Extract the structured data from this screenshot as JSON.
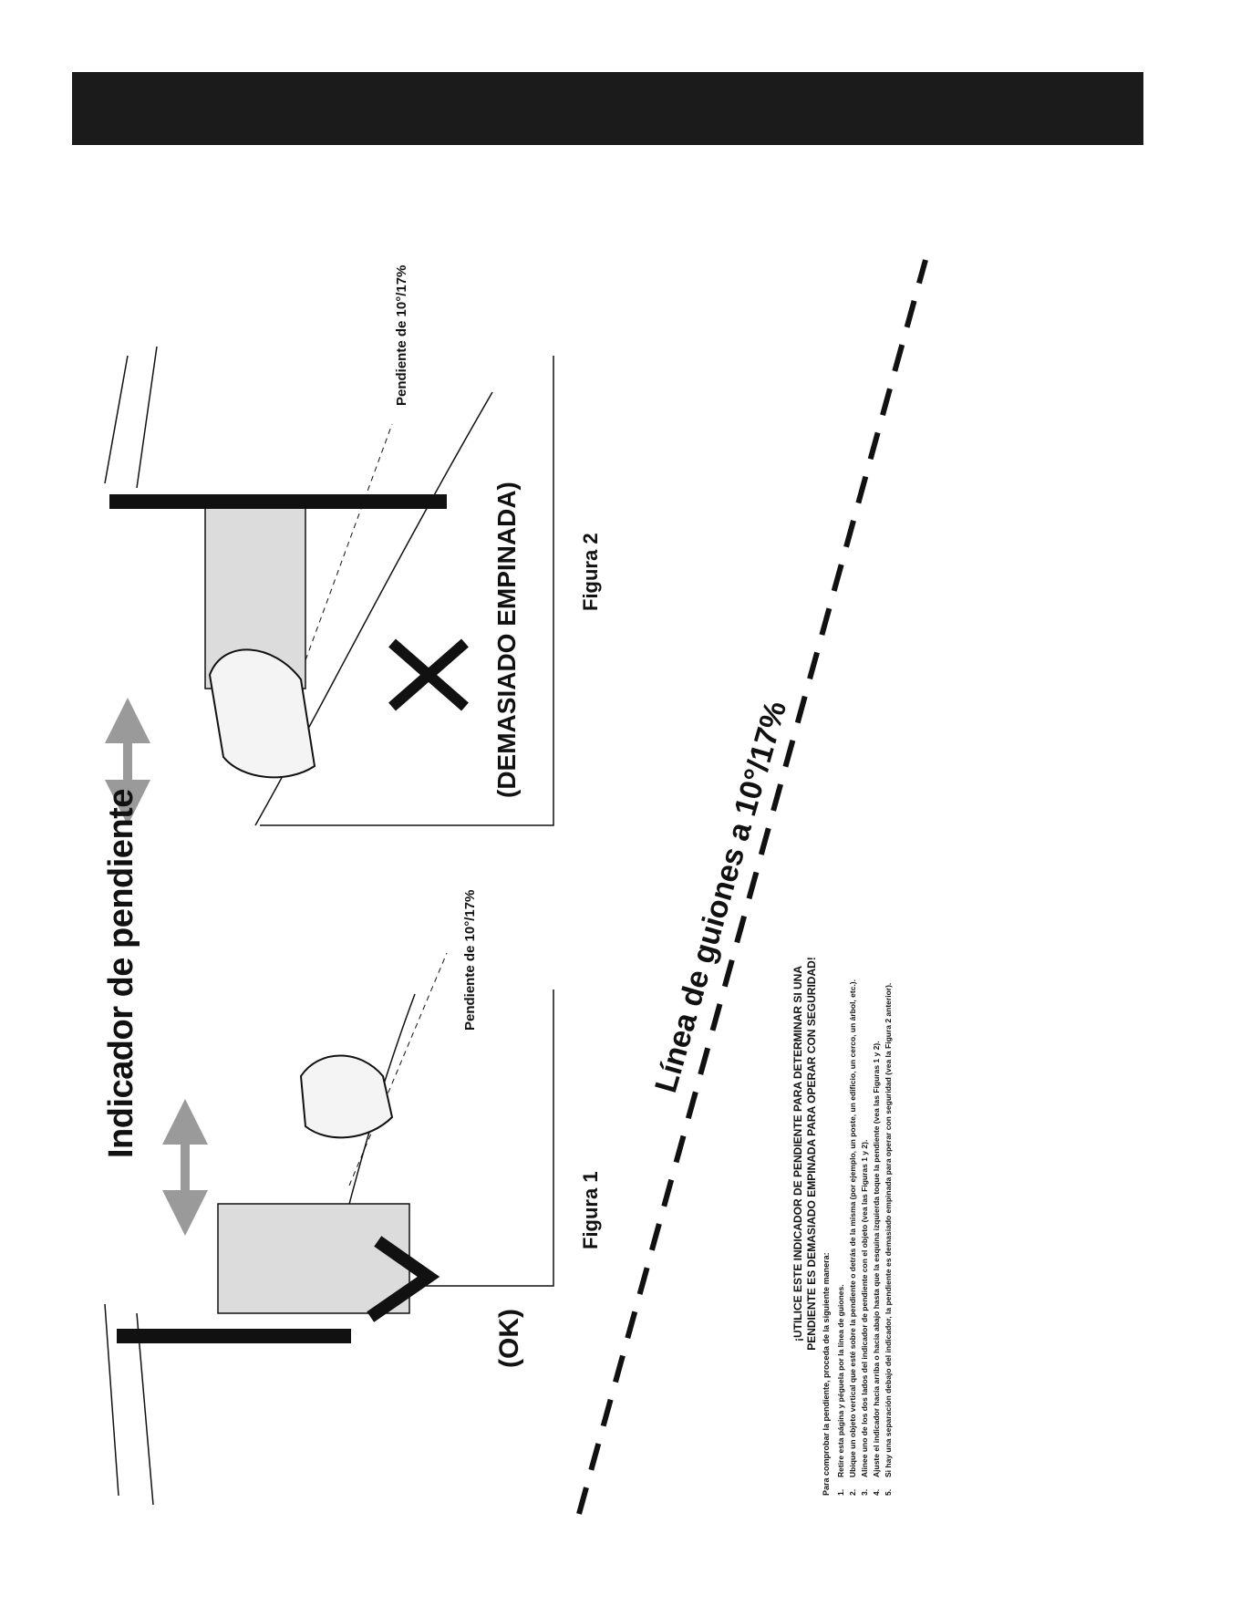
{
  "colors": {
    "header": "#1b1b1b",
    "paper": "#dcdcdc",
    "arrow": "#9a9a9a",
    "ink": "#111111"
  },
  "title": "Indicador de pendiente",
  "figure1": {
    "caption": "Figura 1",
    "status": "(OK)",
    "slope_label": "Pendiente de 10°/17%",
    "mark": "check-icon"
  },
  "figure2": {
    "caption": "Figura 2",
    "status": "(DEMASIADO EMPINADA)",
    "slope_label": "Pendiente de 10°/17%",
    "mark": "x-icon"
  },
  "dashed_line_label": "Línea de guiones a 10°/17%",
  "instructions": {
    "heading_line1": "¡UTILICE ESTE INDICADOR DE PENDIENTE PARA DETERMINAR SI UNA",
    "heading_line2": "PENDIENTE ES DEMASIADO EMPINADA PARA OPERAR CON SEGURIDAD!",
    "intro": "Para comprobar la pendiente, proceda de la siguiente manera:",
    "steps": [
      {
        "n": "1.",
        "text": "Retire esta página y péguela por la línea de guiones."
      },
      {
        "n": "2.",
        "text": "Ubique un objeto vertical que esté sobre la pendiente o detrás de la misma (por ejemplo, un poste, un edificio, un cerco, un árbol, etc.)."
      },
      {
        "n": "3.",
        "text": "Alinee uno de los dos lados del indicador de pendiente con el objeto (vea las Figuras 1 y 2)."
      },
      {
        "n": "4.",
        "text": "Ajuste el indicador hacia arriba o hacia abajo hasta que la esquina izquierda toque la pendiente (vea las Figuras 1 y 2)."
      },
      {
        "n": "5.",
        "text": "Si hay una separación debajo del indicador, la pendiente es demasiado empinada para operar con seguridad (vea la Figura 2 anterior)."
      }
    ]
  }
}
